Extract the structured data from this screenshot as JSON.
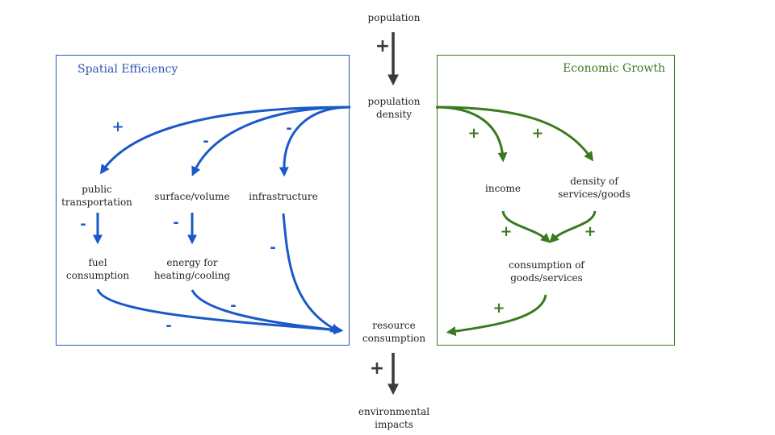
{
  "colors": {
    "blue": "#1a5ac8",
    "green": "#3a7a1f",
    "dark": "#3a3a3a"
  },
  "boxes": {
    "spatial_title": "Spatial Efficiency",
    "economic_title": "Economic Growth"
  },
  "nodes": {
    "population": "population",
    "population_density": "population\ndensity",
    "public_transportation": "public\ntransportation",
    "surface_volume": "surface/volume",
    "infrastructure": "infrastructure",
    "fuel_consumption": "fuel\nconsumption",
    "energy_heating_cooling": "energy for\nheating/cooling",
    "income": "income",
    "density_services_goods": "density of\nservices/goods",
    "consumption_goods_services": "consumption of\ngoods/services",
    "resource_consumption": "resource\nconsumption",
    "environmental_impacts": "environmental\nimpacts"
  },
  "signs": {
    "pop_to_density": "+",
    "density_to_public_transport": "+",
    "density_to_surface_volume": "-",
    "density_to_infrastructure": "-",
    "public_transport_to_fuel": "-",
    "surface_volume_to_energy": "-",
    "infrastructure_to_resource": "-",
    "fuel_to_resource": "-",
    "energy_to_resource": "-",
    "density_to_income": "+",
    "density_to_services": "+",
    "income_to_consumption": "+",
    "services_to_consumption": "+",
    "consumption_to_resource": "+",
    "resource_to_impacts": "+"
  }
}
